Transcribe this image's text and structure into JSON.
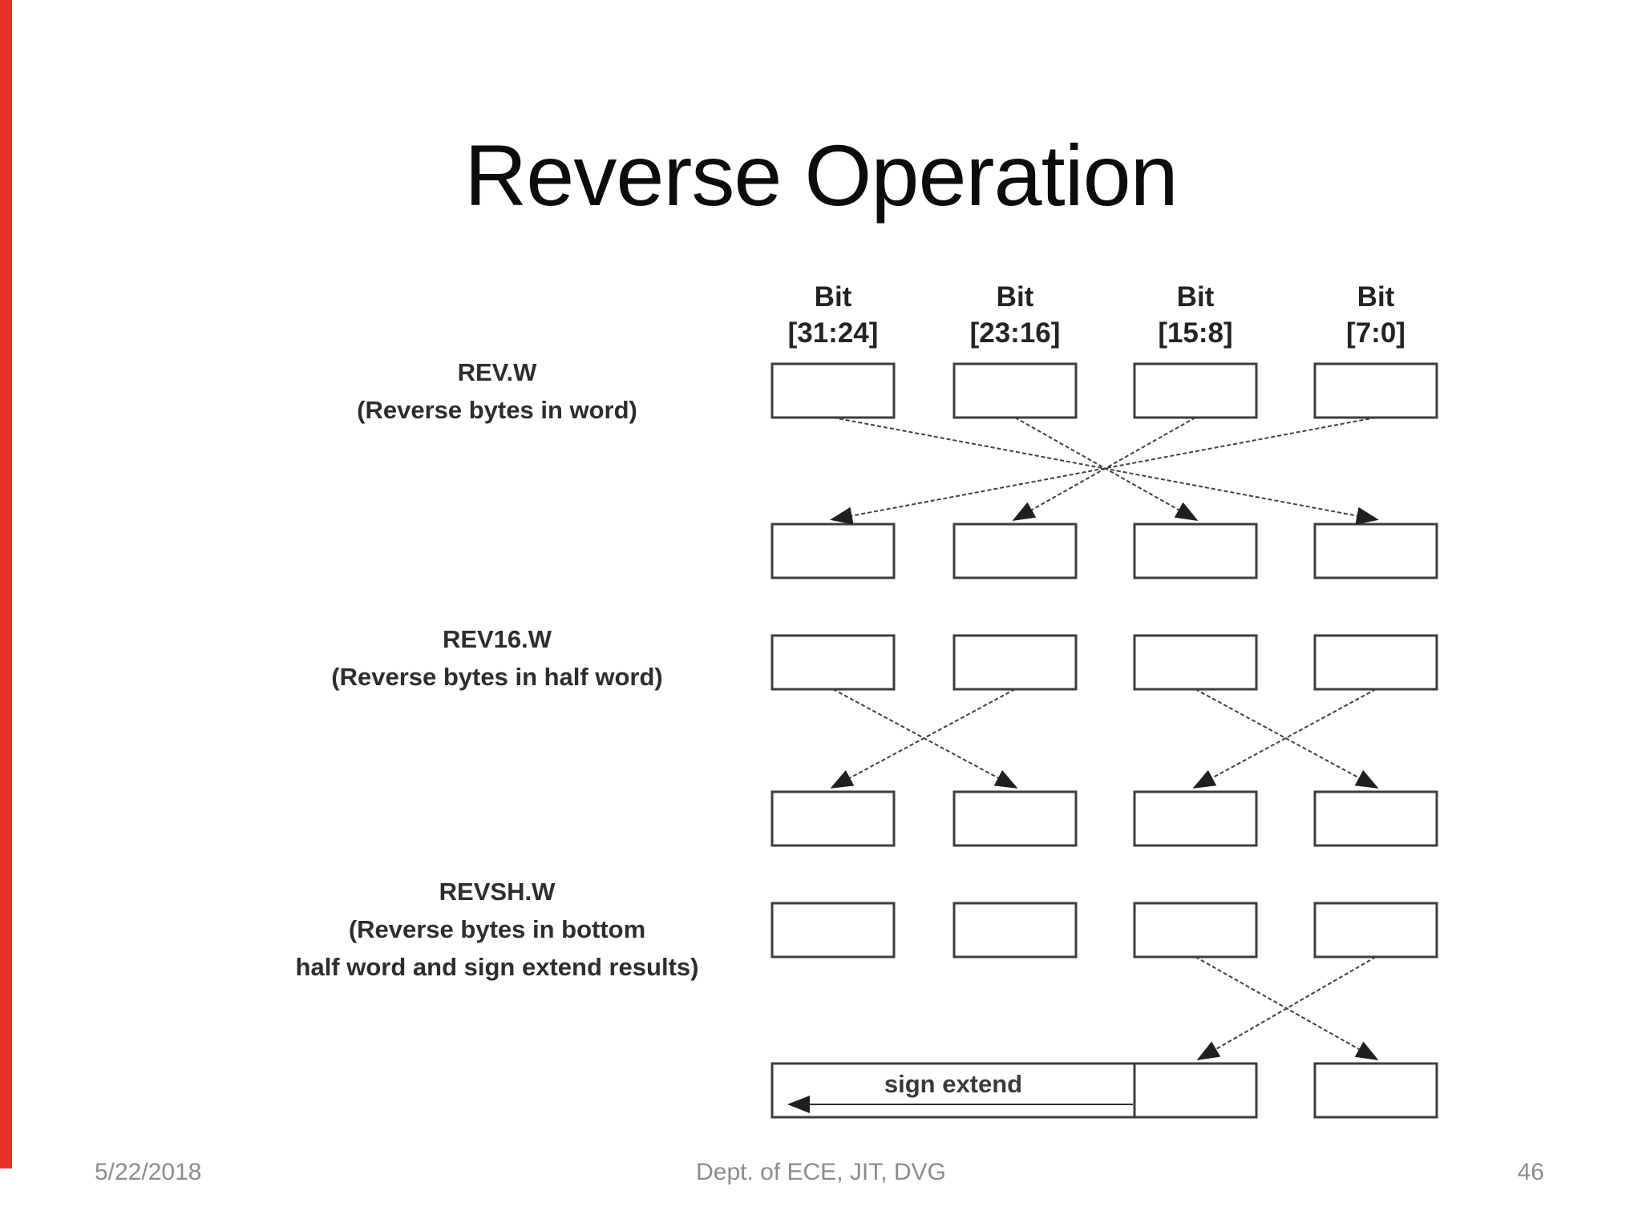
{
  "page": {
    "left_bar_color": "#e63128",
    "background_color": "#ffffff"
  },
  "title": "Reverse Operation",
  "diagram": {
    "bit_labels": [
      {
        "line1": "Bit",
        "line2": "[31:24]"
      },
      {
        "line1": "Bit",
        "line2": "[23:16]"
      },
      {
        "line1": "Bit",
        "line2": "[15:8]"
      },
      {
        "line1": "Bit",
        "line2": "[7:0]"
      }
    ],
    "instructions": [
      {
        "name": "REV.W",
        "desc_line1": "(Reverse bytes in word)"
      },
      {
        "name": "REV16.W",
        "desc_line1": "(Reverse bytes in half word)"
      },
      {
        "name": "REVSH.W",
        "desc_line1": "(Reverse bytes in bottom",
        "desc_line2": "half word and sign extend results)"
      }
    ],
    "sign_extend_label": "sign extend"
  },
  "footer": {
    "date": "5/22/2018",
    "department": "Dept. of ECE, JIT, DVG",
    "page_number": "46"
  }
}
